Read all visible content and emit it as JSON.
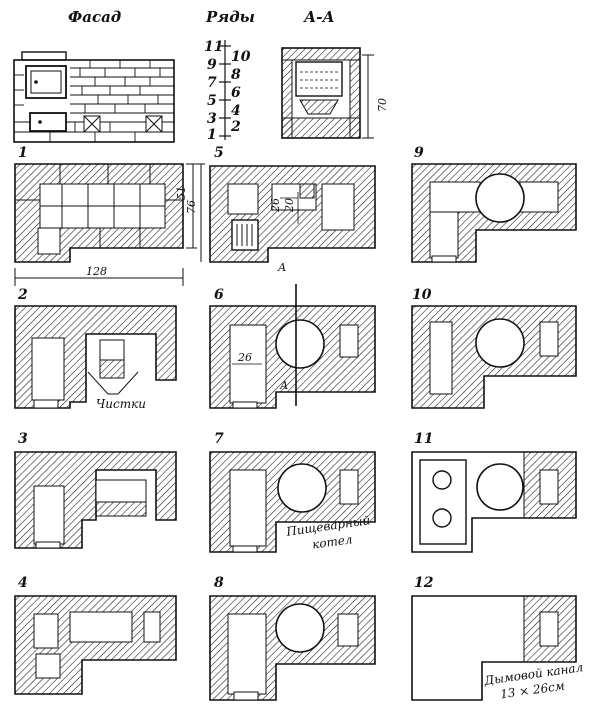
{
  "headers": {
    "facade": "Фасад",
    "rows": "Ряды",
    "section": "А-А"
  },
  "row_numbers_left": [
    "11",
    "9",
    "7",
    "5",
    "3",
    "1"
  ],
  "row_numbers_right": [
    "10",
    "8",
    "6",
    "4",
    "2"
  ],
  "section_dim": "70",
  "panel_numbers": [
    "1",
    "5",
    "9",
    "2",
    "6",
    "10",
    "3",
    "7",
    "11",
    "4",
    "8",
    "12"
  ],
  "dims": {
    "d128": "128",
    "d76": "76",
    "d51": "51",
    "d26a": "26",
    "d20": "20",
    "d26b": "26"
  },
  "section_marks": {
    "a_top": "А",
    "a_bottom": "А"
  },
  "annotations": {
    "cleanouts": "Чистки",
    "boiler_1": "Пищеварный",
    "boiler_2": "котел",
    "flue_1": "Дымовой канал",
    "flue_2": "13 × 26см"
  },
  "colors": {
    "ink": "#111111",
    "paper": "#ffffff"
  }
}
